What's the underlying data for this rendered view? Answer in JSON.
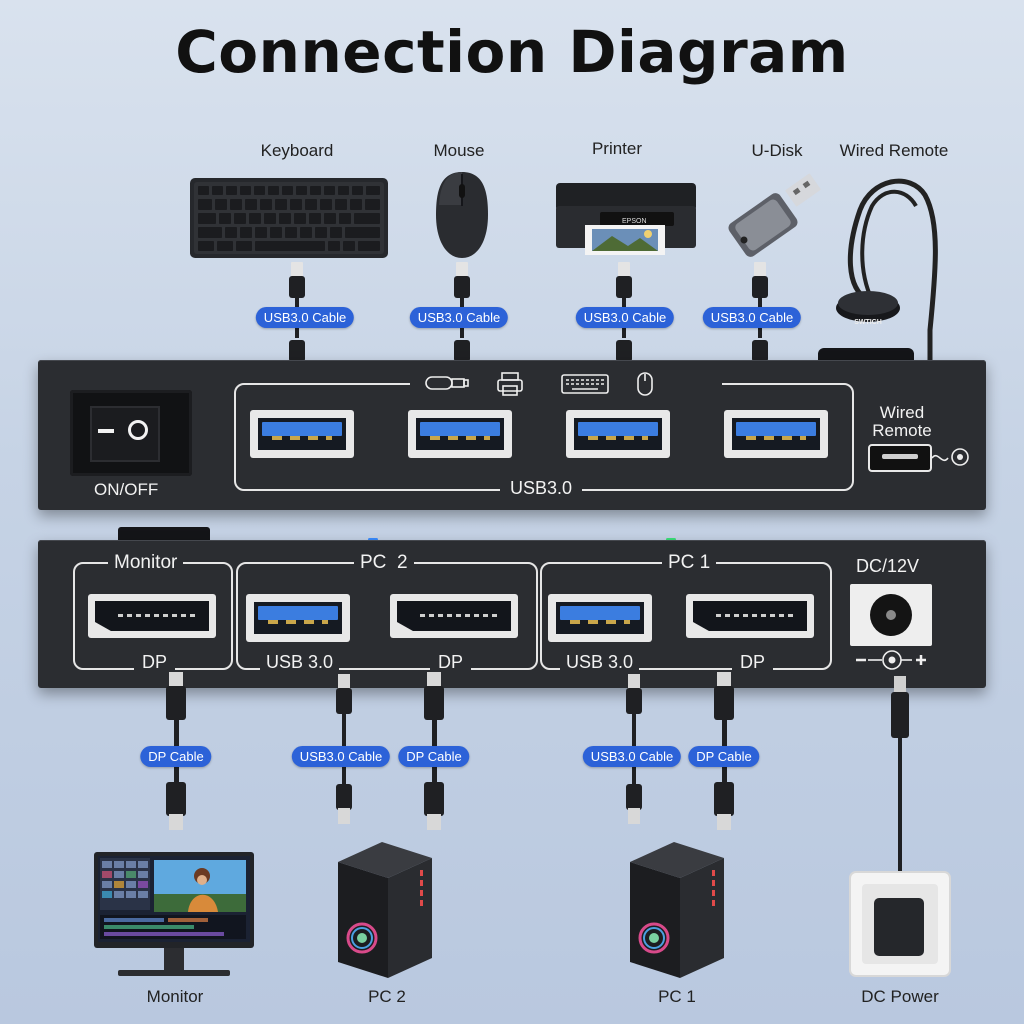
{
  "title": "Connection Diagram",
  "devices_top": {
    "keyboard": "Keyboard",
    "mouse": "Mouse",
    "printer": "Printer",
    "udisk": "U-Disk",
    "wired_remote": "Wired Remote"
  },
  "cables": {
    "usb3": "USB3.0 Cable",
    "dp": "DP Cable"
  },
  "remote_button_text": "SWTICH",
  "printer_brand": "EPSON",
  "front_panel": {
    "power_switch_label": "ON/OFF",
    "usb_group_label": "USB3.0",
    "wired_remote_label_line1": "Wired",
    "wired_remote_label_line2": "Remote"
  },
  "rear_panel": {
    "monitor_group": "Monitor",
    "pc2_group": "PC  2",
    "pc1_group": "PC 1",
    "dp": "DP",
    "usb30": "USB 3.0",
    "dc": "DC/12V",
    "polarity": "-◯-+"
  },
  "devices_bottom": {
    "monitor": "Monitor",
    "pc2": "PC 2",
    "pc1": "PC 1",
    "dc_power": "DC Power"
  },
  "colors": {
    "pill_blue": "#2c62d8",
    "usb_blue": "#3b7de0",
    "box_dark": "#2b2d31"
  }
}
